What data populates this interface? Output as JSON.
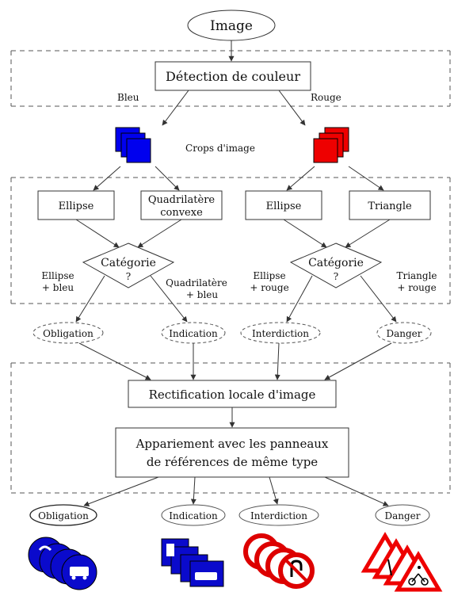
{
  "top": {
    "image": "Image"
  },
  "stage1": {
    "detection": "Détection de couleur",
    "bleu": "Bleu",
    "rouge": "Rouge"
  },
  "crops": {
    "label": "Crops d'image"
  },
  "shapes": {
    "ellipse_left": "Ellipse",
    "quad_line1": "Quadrilatère",
    "quad_line2": "convexe",
    "ellipse_right": "Ellipse",
    "triangle": "Triangle"
  },
  "categorie": {
    "label": "Catégorie",
    "q": "?"
  },
  "rules": {
    "ellipse_bleu_1": "Ellipse",
    "ellipse_bleu_2": "+ bleu",
    "quad_bleu_1": "Quadrilatère",
    "quad_bleu_2": "+ bleu",
    "ellipse_rouge_1": "Ellipse",
    "ellipse_rouge_2": "+ rouge",
    "triangle_rouge_1": "Triangle",
    "triangle_rouge_2": "+ rouge"
  },
  "categories_mid": [
    "Obligation",
    "Indication",
    "Interdiction",
    "Danger"
  ],
  "stage3": {
    "rectification": "Rectification locale d'image",
    "appariement_1": "Appariement avec les panneaux",
    "appariement_2": "de références de même type"
  },
  "categories_out": [
    "Obligation",
    "Indication",
    "Interdiction",
    "Danger"
  ],
  "colors": {
    "blue": "#0000ee",
    "red": "#ee0000",
    "line": "#333333",
    "dash": "#555555"
  }
}
